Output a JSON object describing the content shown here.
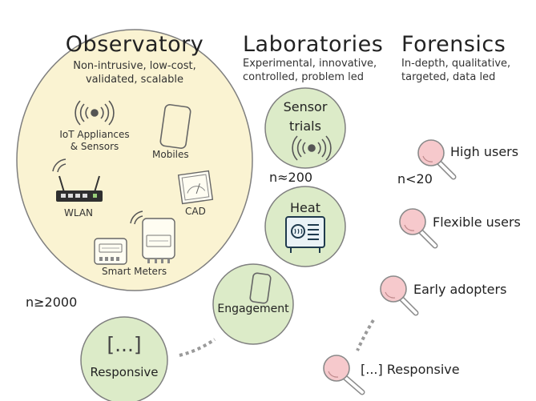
{
  "observatory": {
    "title": "Observatory",
    "subtitle_line1": "Non-intrusive, low-cost,",
    "subtitle_line2": "validated, scalable",
    "iot_line1": "IoT Appliances",
    "iot_line2": "& Sensors",
    "mobiles": "Mobiles",
    "wlan": "WLAN",
    "cad": "CAD",
    "smart_meters": "Smart Meters",
    "n": "n≥2000"
  },
  "laboratories": {
    "title": "Laboratories",
    "subtitle_line1": "Experimental, innovative,",
    "subtitle_line2": "controlled, problem led",
    "sensor_trials_line1": "Sensor",
    "sensor_trials_line2": "trials",
    "heat": "Heat",
    "engagement": "Engagement",
    "responsive_top": "[...]",
    "responsive": "Responsive",
    "n": "n≈200"
  },
  "forensics": {
    "title": "Forensics",
    "subtitle_line1": "In-depth, qualitative,",
    "subtitle_line2": "targeted, data led",
    "items": [
      "High users",
      "Flexible users",
      "Early adopters",
      "[...] Responsive"
    ],
    "n": "n<20"
  },
  "colors": {
    "observatory_fill": "#faf3d2",
    "lab_fill": "#dcebc8",
    "magnifier_fill": "#f6c9cc",
    "dots": "#9a9a9a"
  }
}
